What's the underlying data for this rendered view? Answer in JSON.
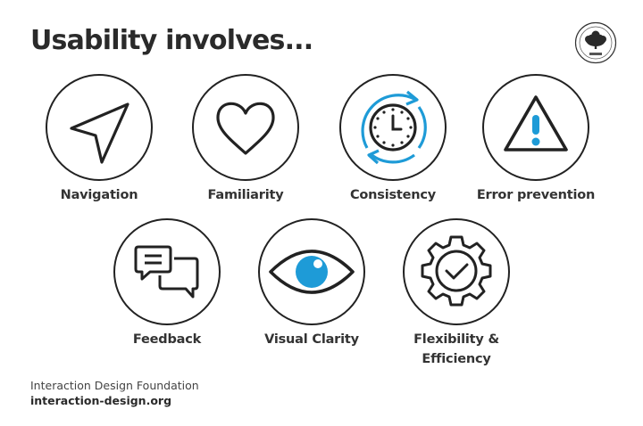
{
  "title": "Usability involves...",
  "logo": {
    "icon": "interaction-design-foundation-tree-seal-icon"
  },
  "items": [
    {
      "label": "Navigation",
      "icon": "navigation-arrow-icon"
    },
    {
      "label": "Familiarity",
      "icon": "heart-icon"
    },
    {
      "label": "Consistency",
      "icon": "clock-refresh-icon"
    },
    {
      "label": "Error prevention",
      "icon": "warning-triangle-icon"
    },
    {
      "label": "Feedback",
      "icon": "chat-bubbles-icon"
    },
    {
      "label": "Visual Clarity",
      "icon": "eye-icon"
    },
    {
      "label_line1": "Flexibility &",
      "label_line2": "Efficiency",
      "icon": "gear-check-icon"
    }
  ],
  "footer": {
    "organization": "Interaction Design Foundation",
    "url": "interaction-design.org"
  },
  "colors": {
    "accent": "#1e9bd7",
    "stroke": "#222222",
    "text": "#2b2b2b"
  }
}
